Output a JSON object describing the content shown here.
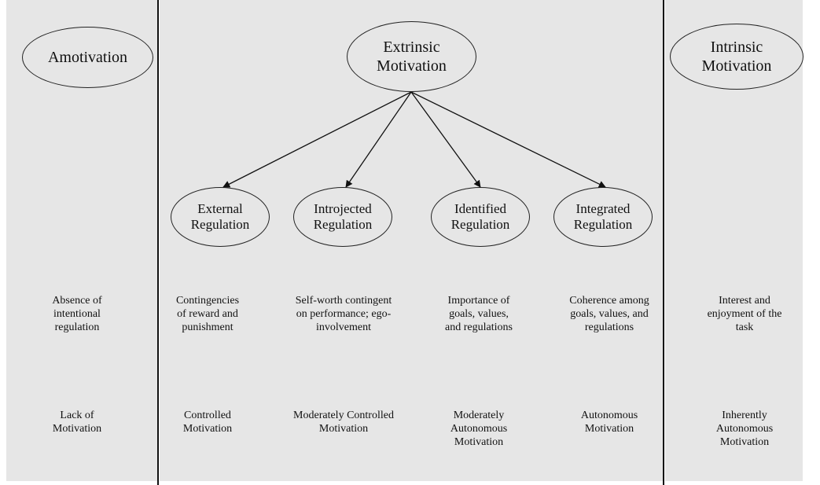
{
  "top": {
    "amotivation": "Amotivation",
    "extrinsic": "Extrinsic\nMotivation",
    "intrinsic": "Intrinsic\nMotivation"
  },
  "regulations": [
    "External\nRegulation",
    "Introjected\nRegulation",
    "Identified\nRegulation",
    "Integrated\nRegulation"
  ],
  "processes": {
    "amotivation": "Absence of\nintentional\nregulation",
    "external": "Contingencies\nof reward and\npunishment",
    "introjected": "Self-worth contingent\non performance; ego-\ninvolvement",
    "identified": "Importance of\ngoals, values,\nand regulations",
    "integrated": "Coherence among\ngoals, values, and\nregulations",
    "intrinsic": "Interest and\nenjoyment of the\ntask"
  },
  "motivation_types": {
    "amotivation": "Lack of\nMotivation",
    "external": "Controlled\nMotivation",
    "introjected": "Moderately Controlled\nMotivation",
    "identified": "Moderately\nAutonomous\nMotivation",
    "integrated": "Autonomous\nMotivation",
    "intrinsic": "Inherently\nAutonomous\nMotivation"
  }
}
